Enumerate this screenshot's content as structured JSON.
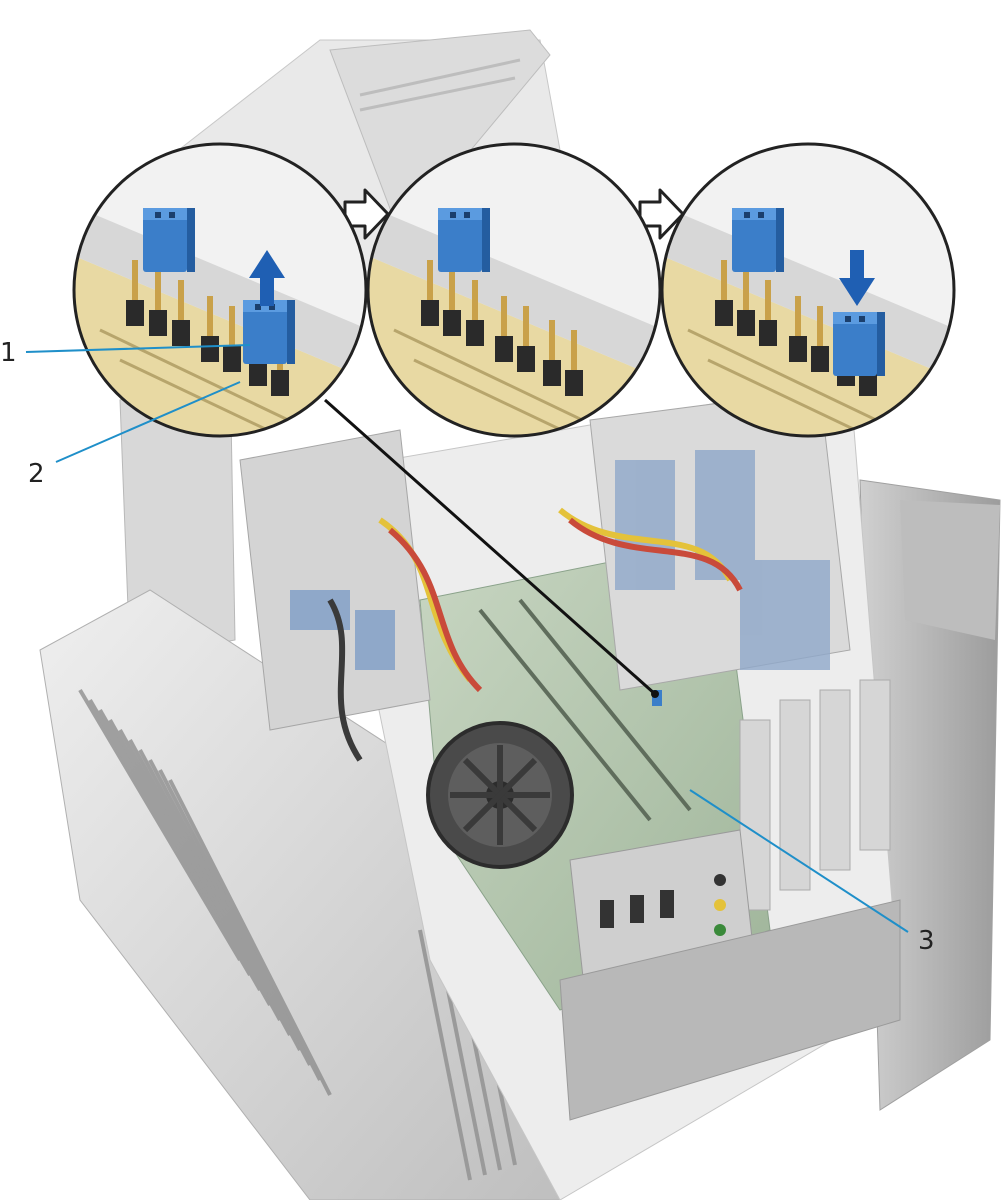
{
  "callouts": [
    {
      "number": "1"
    },
    {
      "number": "2"
    },
    {
      "number": "3"
    }
  ],
  "colors": {
    "chassis_light": "#e6e6e6",
    "chassis_mid": "#c9c9c9",
    "chassis_dark": "#9d9d9d",
    "jumper_blue": "#3b7ec9",
    "jumper_blue_dark": "#245da0",
    "pin_black": "#2a2a2a",
    "pin_gold": "#c9a14a",
    "board_yellow": "#e8d9a3",
    "callout_line": "#1f8fc9",
    "wire_yellow": "#e4c23a",
    "wire_red": "#c94a3a"
  },
  "icons": [
    "arrow-up-icon",
    "arrow-down-icon",
    "step-arrow-icon"
  ]
}
